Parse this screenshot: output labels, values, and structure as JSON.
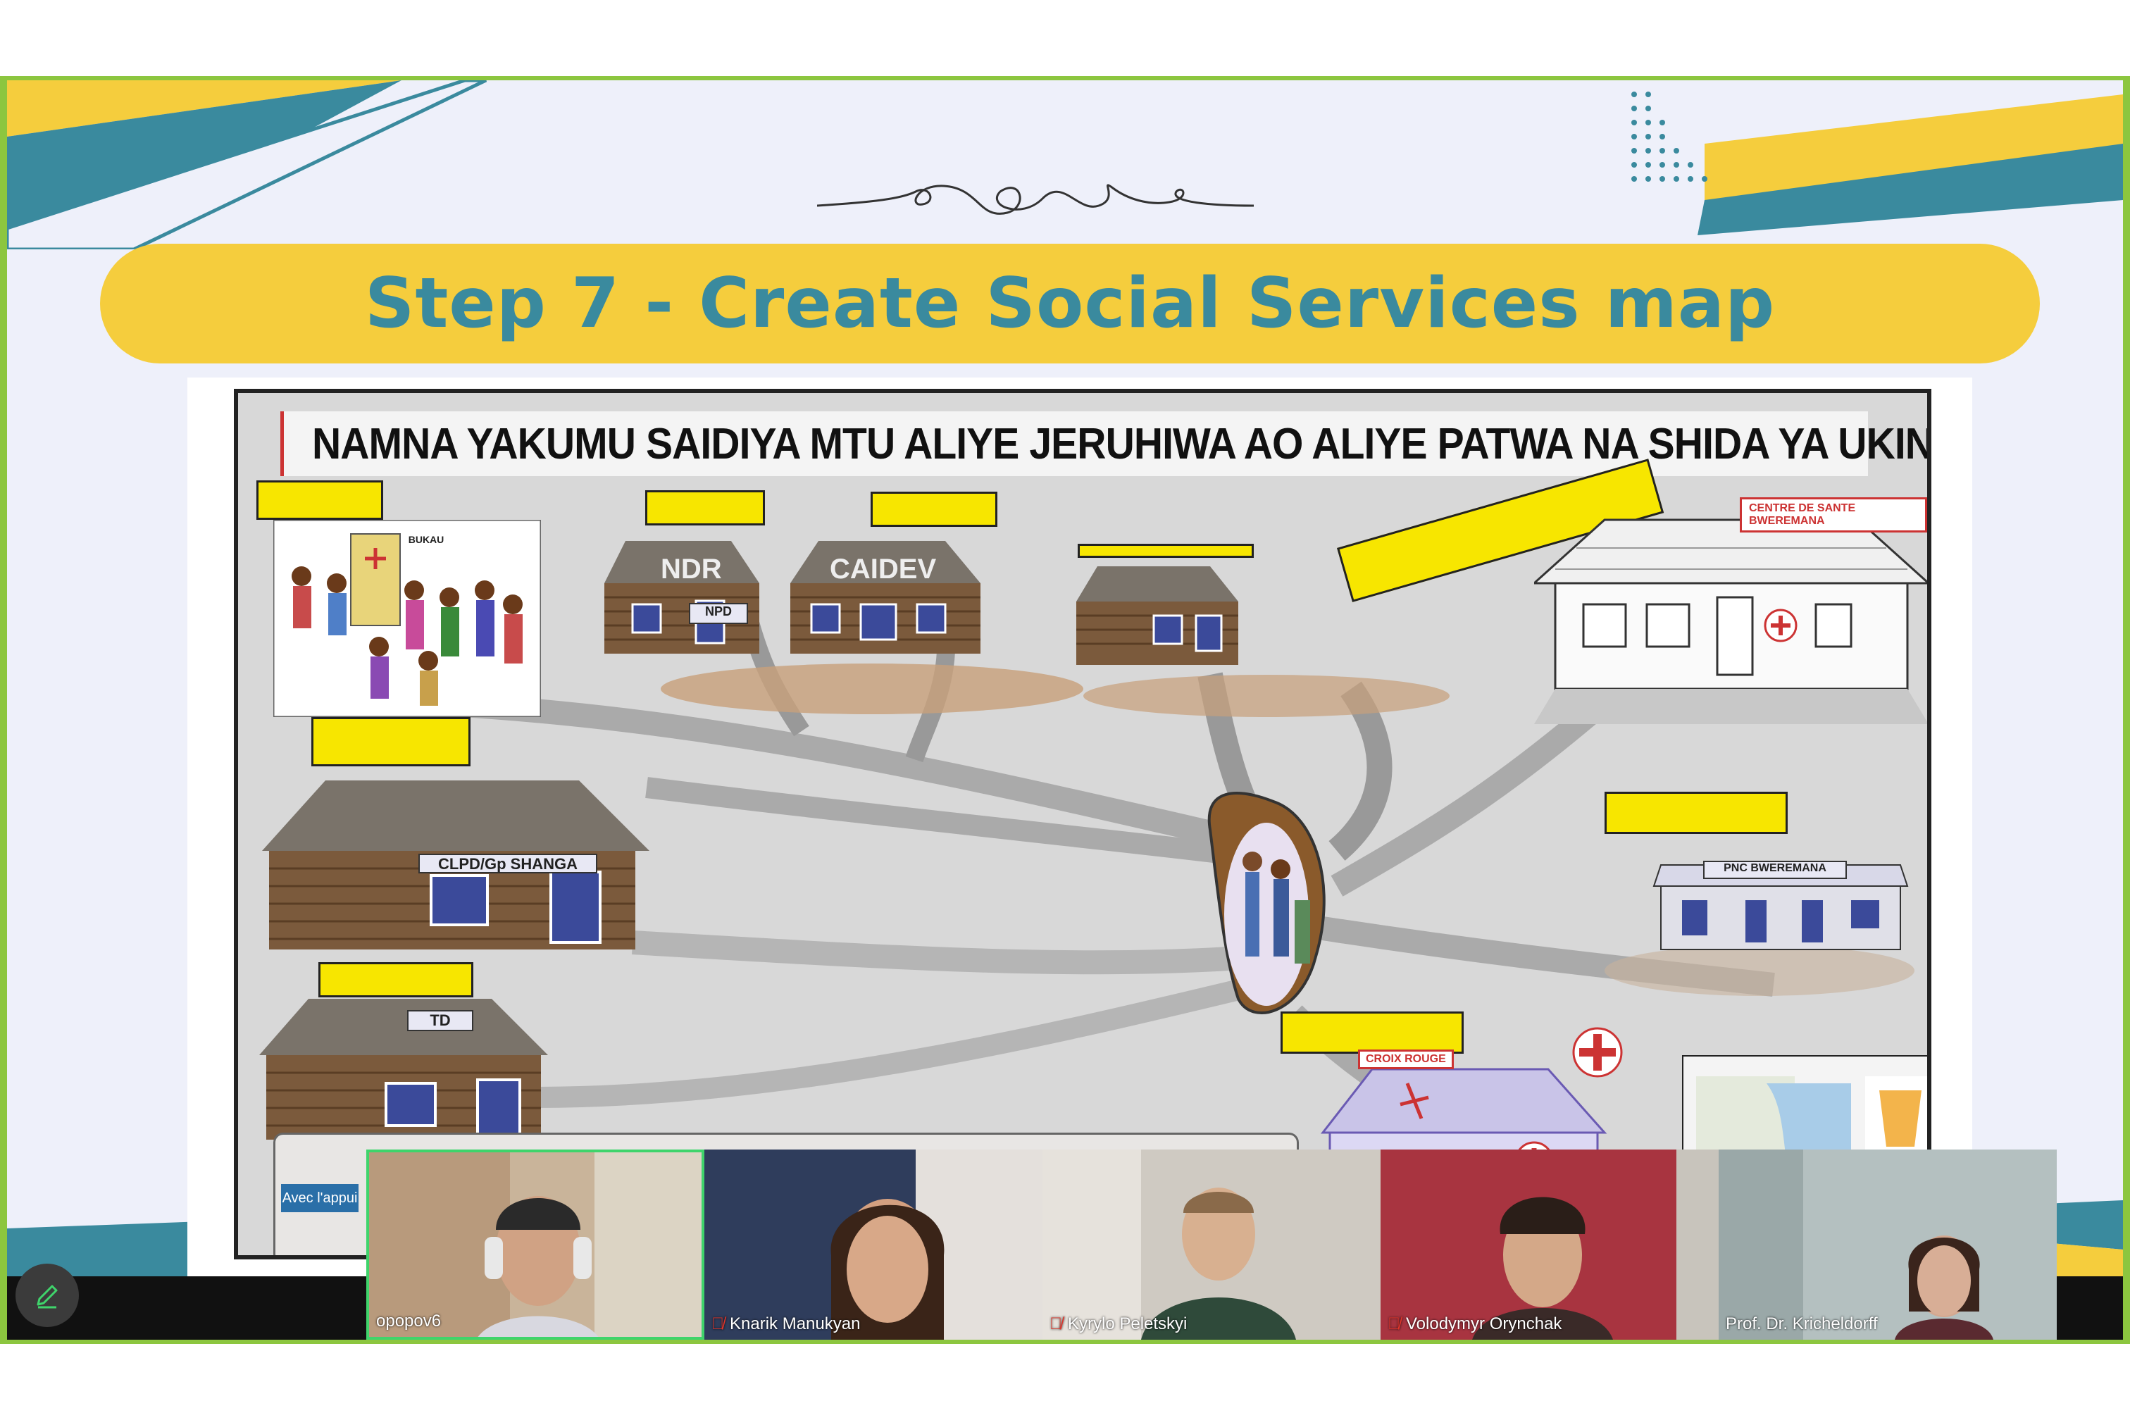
{
  "slide": {
    "title": "Step 7 - Create Social Services map",
    "accent_yellow": "#f5cd3d",
    "accent_teal": "#3a8a9e",
    "frame_green": "#8cc63f"
  },
  "poster": {
    "heading": "NAMNA YAKUMU SAIDIYA MTU ALIYE JERUHIWA AO ALIYE PATWA  NA SHIDA YA  UKINGO",
    "houses": [
      {
        "name": "NDR",
        "plate": "NPD"
      },
      {
        "name": "CAIDEV",
        "plate": ""
      },
      {
        "name": "",
        "plate": "CLPD/Gp SHANGA"
      },
      {
        "name": "",
        "plate": "TD"
      }
    ],
    "places": {
      "health_centre": "CENTRE DE SANTE BWEREMANA",
      "police": "PNC BWEREMANA",
      "red_cross": "CROIX ROUGE",
      "clinic_sign": "BUKAU"
    },
    "footer_button": "Avec l'appui"
  },
  "participants": [
    {
      "name": "opopov6",
      "muted": false,
      "active_speaker": true
    },
    {
      "name": "Knarik Manukyan",
      "muted": true,
      "active_speaker": false
    },
    {
      "name": "Kyrylo Peletskyi",
      "muted": true,
      "active_speaker": false
    },
    {
      "name": "Volodymyr Orynchak",
      "muted": true,
      "active_speaker": false
    },
    {
      "name": "Prof. Dr. Kricheldorff",
      "muted": false,
      "active_speaker": false
    }
  ],
  "toolbar": {
    "annotate_icon": "pencil-icon"
  }
}
